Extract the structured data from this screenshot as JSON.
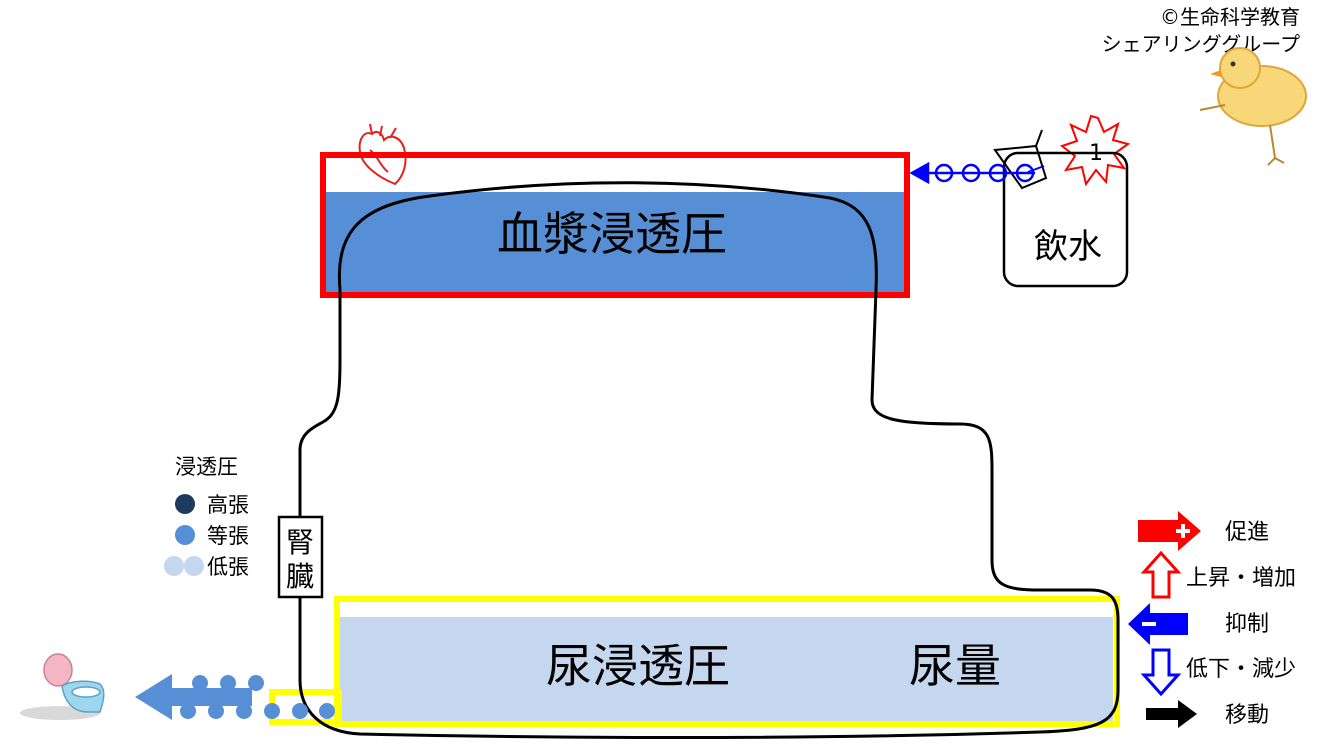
{
  "copyright": {
    "line1": "©生命科学教育",
    "line2": "シェアリンググループ"
  },
  "plasma": {
    "label": "血漿浸透圧",
    "color": "#578fd6",
    "border_color": "#ff0000"
  },
  "drink": {
    "label": "飲水",
    "badge": "1",
    "arrow_color": "#0000ff"
  },
  "kidney": {
    "char1": "腎",
    "char2": "臓"
  },
  "urine": {
    "osmolality_label": "尿浸透圧",
    "volume_label": "尿量",
    "color": "#c5d7ef",
    "border_color": "#ffff00"
  },
  "osmo_legend": {
    "title": "浸透圧",
    "items": [
      {
        "label": "高張",
        "color": "#1e3a5f"
      },
      {
        "label": "等張",
        "color": "#578fd6"
      },
      {
        "label": "低張",
        "color": "#c5d7ef"
      }
    ]
  },
  "arrow_legend": {
    "items": [
      {
        "label": "促進",
        "icon": "red-plus-arrow-icon"
      },
      {
        "label": "上昇・増加",
        "icon": "red-up-arrow-icon"
      },
      {
        "label": "抑制",
        "icon": "blue-minus-arrow-icon"
      },
      {
        "label": "低下・減少",
        "icon": "blue-down-arrow-icon"
      },
      {
        "label": "移動",
        "icon": "black-right-arrow-icon"
      }
    ]
  }
}
